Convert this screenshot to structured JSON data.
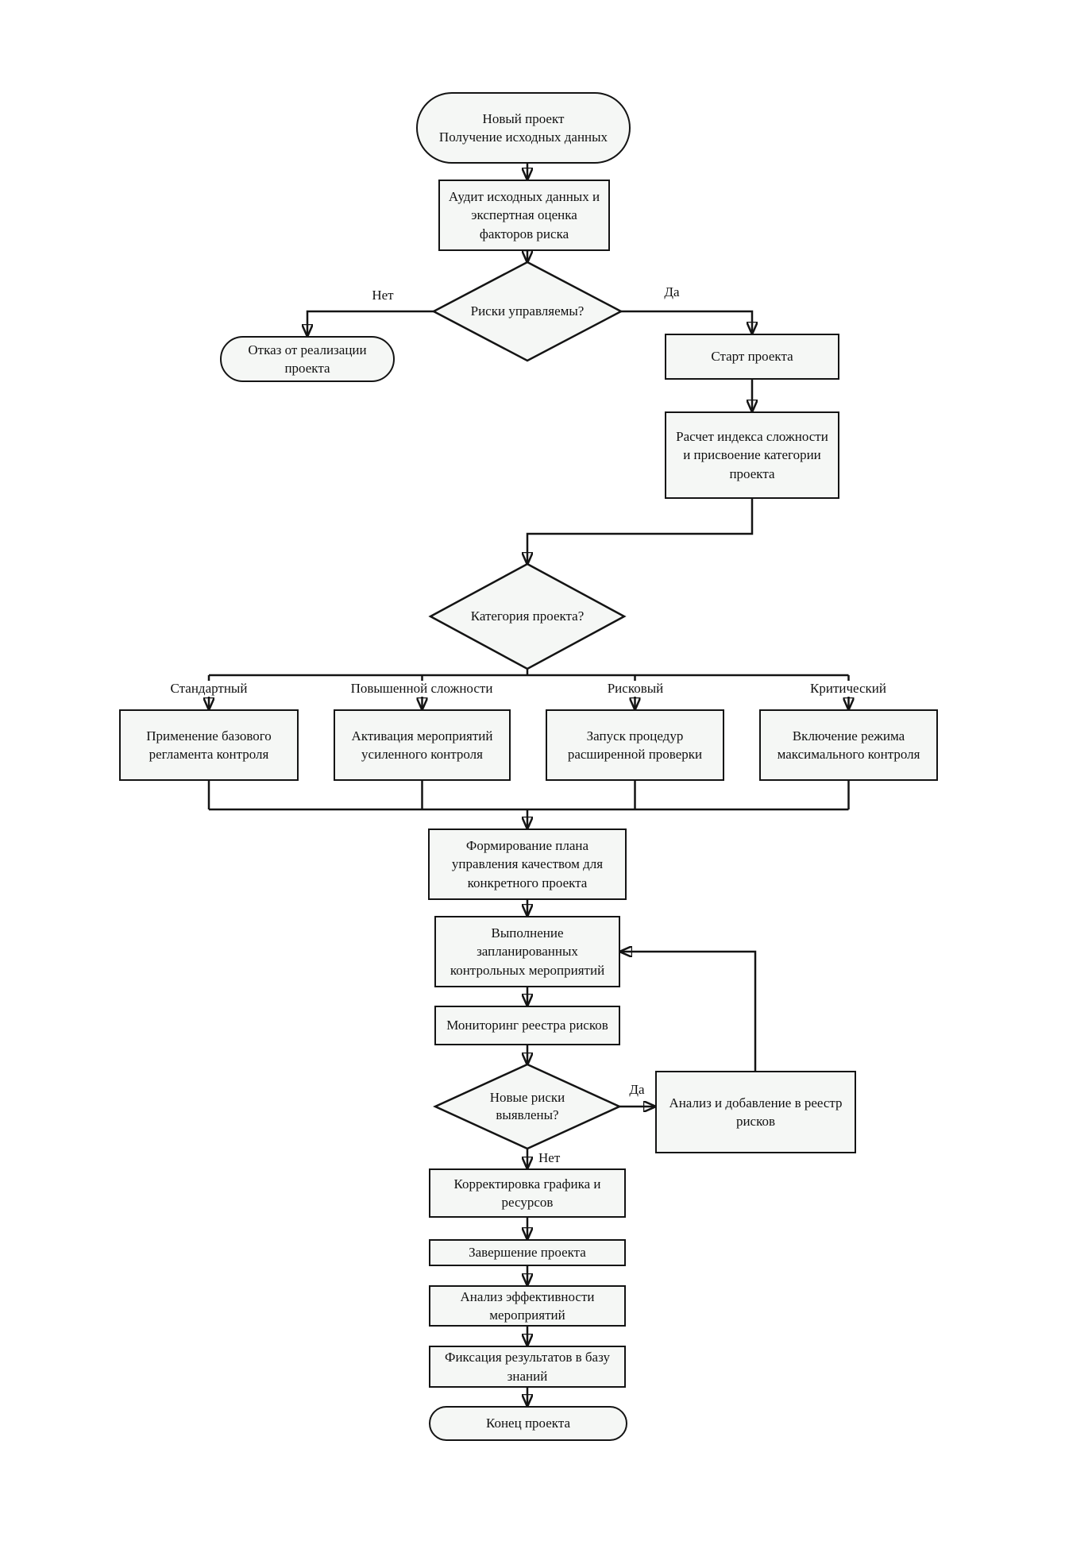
{
  "diagram": {
    "type": "flowchart",
    "language": "ru",
    "colors": {
      "node_fill": "#f5f7f5",
      "stroke": "#141414",
      "background": "#ffffff"
    },
    "nodes": {
      "start": "Новый проект\nПолучение исходных данных",
      "audit": "Аудит исходных данных и\nэкспертная оценка\nфакторов риска",
      "risks_decision": "Риски управляемы?",
      "reject": "Отказ от реализации\nпроекта",
      "start_project": "Старт проекта",
      "calc_index": "Расчет индекса сложности\nи присвоение категории\nпроекта",
      "category_decision": "Категория проекта?",
      "standard_action": "Применение базового\nрегламента контроля",
      "advanced_action": "Активация мероприятий\nусиленного контроля",
      "risky_action": "Запуск процедур\nрасширенной проверки",
      "critical_action": "Включение режима\nмаксимального контроля",
      "plan": "Формирование плана\nуправления качеством для\nконкретного проекта",
      "execute": "Выполнение\nзапланированных\nконтрольных мероприятий",
      "monitor": "Мониторинг реестра рисков",
      "new_risks_decision": "Новые риски\nвыявлены?",
      "analyze_add": "Анализ и добавление в реестр\nрисков",
      "adjust": "Корректировка графика и\nресурсов",
      "finish": "Завершение проекта",
      "effectiveness": "Анализ эффективности\nмероприятий",
      "fixation": "Фиксация результатов в базу\nзнаний",
      "end": "Конец проекта"
    },
    "edge_labels": {
      "risks_no": "Нет",
      "risks_yes": "Да",
      "cat_standard": "Стандартный",
      "cat_advanced": "Повышенной сложности",
      "cat_risky": "Рисковый",
      "cat_critical": "Критический",
      "new_risks_yes": "Да",
      "new_risks_no": "Нет"
    }
  }
}
